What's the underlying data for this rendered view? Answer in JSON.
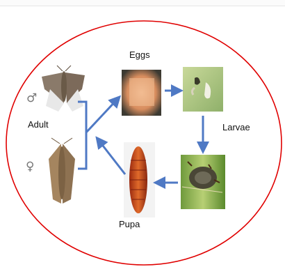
{
  "diagram": {
    "labels": {
      "eggs": "Eggs",
      "adult": "Adult",
      "larvae": "Larvae",
      "pupa": "Pupa",
      "male_symbol": "♂",
      "female_symbol": "♀"
    },
    "colors": {
      "circle": "#e00000",
      "arrow": "#4f79c4"
    }
  }
}
